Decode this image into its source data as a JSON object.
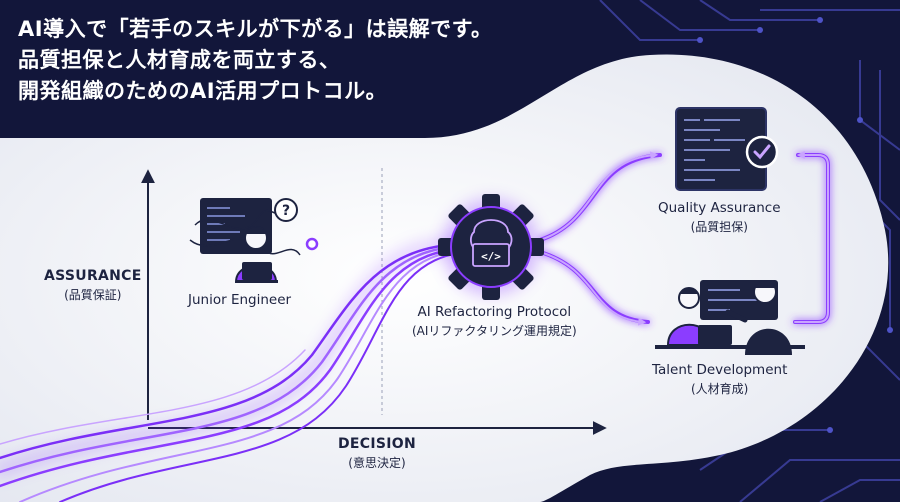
{
  "headline": {
    "line1": "AI導入で「若手のスキルが下がる」は誤解です。",
    "line2": "品質担保と人材育成を両立する、",
    "line3": "開発組織のためのAI活用プロトコル。"
  },
  "axes": {
    "y_label": "ASSURANCE",
    "y_sub": "(品質保証)",
    "x_label": "DECISION",
    "x_sub": "(意思決定)"
  },
  "nodes": {
    "junior": {
      "label": "Junior Engineer"
    },
    "protocol": {
      "label": "AI Refactoring Protocol",
      "sub": "(AIリファクタリング運用規定)"
    },
    "quality": {
      "label": "Quality Assurance",
      "sub": "(品質担保)"
    },
    "talent": {
      "label": "Talent Development",
      "sub": "(人材育成)"
    }
  },
  "icons": {
    "question": "?",
    "code": "</>"
  },
  "colors": {
    "navy": "#12163a",
    "panel": "#eef0f6",
    "accent": "#8b3dff",
    "accent_light": "#c9a4ff",
    "ink": "#1d2340"
  }
}
